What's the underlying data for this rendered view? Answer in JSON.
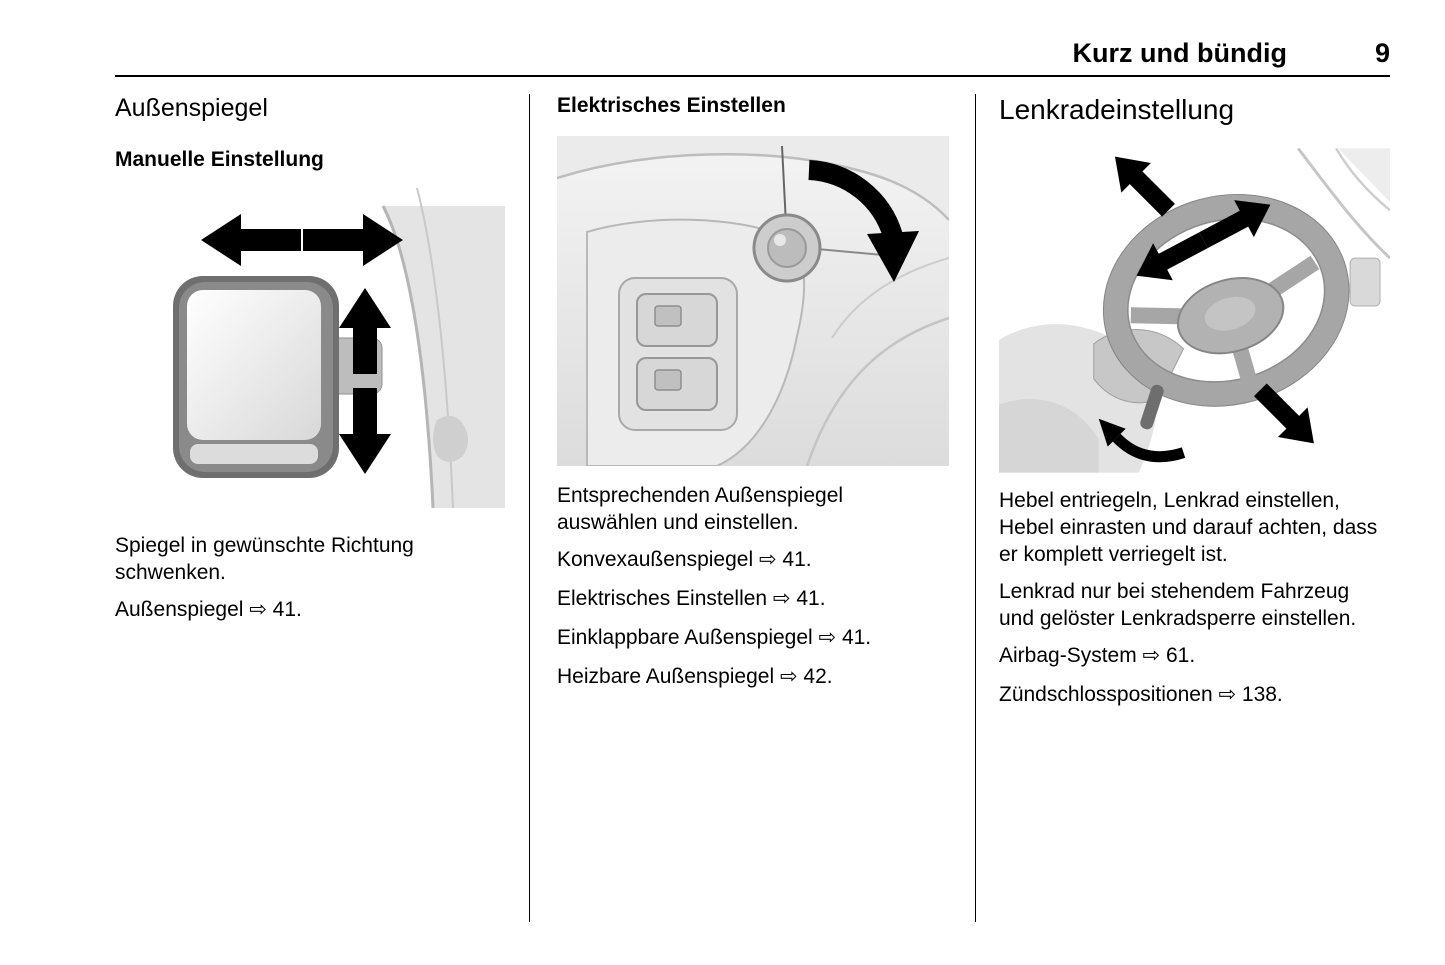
{
  "header": {
    "title": "Kurz und bündig",
    "page_number": "9"
  },
  "columns": [
    {
      "heading": "Außenspiegel",
      "subheading": "Manuelle Einstellung",
      "illustration": "exterior-mirror-manual-adjustment",
      "paragraphs": [
        "Spiegel in gewünschte Richtung schwenken."
      ],
      "references": [
        "Außenspiegel ⇨ 41."
      ]
    },
    {
      "subheading": "Elektrisches Einstellen",
      "illustration": "door-panel-mirror-control-knob",
      "paragraphs": [
        "Entsprechenden Außenspiegel auswählen und einstellen."
      ],
      "references": [
        "Konvexaußenspiegel ⇨ 41.",
        "Elektrisches Einstellen ⇨ 41.",
        "Einklappbare Außenspiegel ⇨ 41.",
        "Heizbare Außenspiegel ⇨ 42."
      ]
    },
    {
      "heading": "Lenkradeinstellung",
      "illustration": "steering-wheel-adjustment",
      "paragraphs": [
        "Hebel entriegeln, Lenkrad einstellen, Hebel einrasten und darauf achten, dass er komplett verriegelt ist.",
        "Lenkrad nur bei stehendem Fahrzeug und gelöster Lenkradsperre einstellen."
      ],
      "references": [
        "Airbag-System ⇨ 61.",
        "Zündschlosspositionen ⇨ 138."
      ]
    }
  ]
}
